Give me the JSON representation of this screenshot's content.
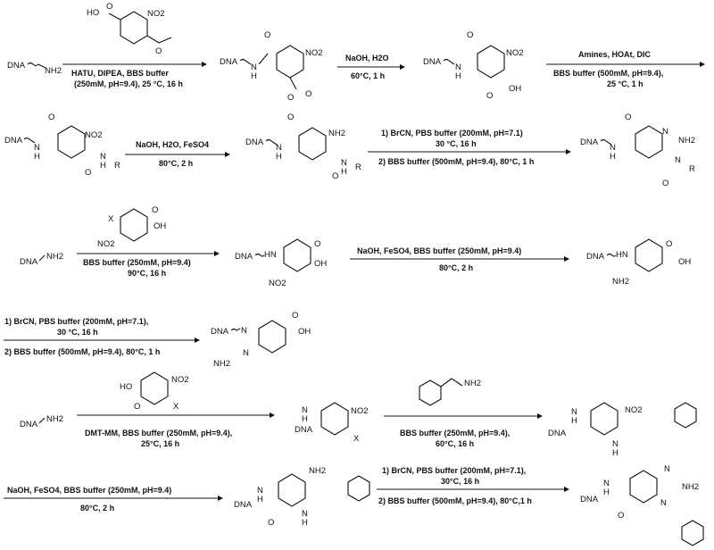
{
  "rows": [
    {
      "reactions": [
        {
          "above": [
            "HATU, DIPEA, BBS buffer"
          ],
          "below": [
            "(250mM, pH=9.4), 25 °C, 16 h"
          ]
        },
        {
          "above": [
            "NaOH, H2O"
          ],
          "below": [
            "60°C, 1 h"
          ]
        },
        {
          "above": [
            "Amines, HOAt, DIC"
          ],
          "below": [
            "BBS buffer (500mM, pH=9.4),",
            "25 °C, 1 h"
          ]
        }
      ]
    },
    {
      "reactions": [
        {
          "above": [
            "NaOH, H2O, FeSO4"
          ],
          "below": [
            "80°C, 2 h"
          ]
        },
        {
          "above": [
            "1) BrCN, PBS buffer (200mM, pH=7.1)",
            "30 °C, 16 h"
          ],
          "below": [
            "2) BBS buffer (500mM, pH=9.4), 80°C, 1 h"
          ]
        }
      ]
    },
    {
      "reactions": [
        {
          "above": [],
          "below": [
            "BBS buffer (250mM, pH=9.4)",
            "90°C, 16 h"
          ]
        },
        {
          "above": [
            "NaOH, FeSO4, BBS buffer (250mM, pH=9.4)"
          ],
          "below": [
            "80°C, 2 h"
          ]
        }
      ]
    },
    {
      "reactions": [
        {
          "above": [
            "1) BrCN, PBS buffer (200mM, pH=7.1),",
            "30 °C, 16 h"
          ],
          "below": [
            "2) BBS buffer (500mM, pH=9.4), 80°C, 1 h"
          ]
        }
      ]
    },
    {
      "reactions": [
        {
          "above": [],
          "below": [
            "DMT-MM, BBS buffer (250mM, pH=9.4),",
            "25°C, 16 h"
          ]
        },
        {
          "above": [],
          "below": [
            "BBS buffer (250mM, pH=9.4),",
            "60°C, 16 h"
          ]
        }
      ]
    },
    {
      "reactions": [
        {
          "above": [
            "NaOH, FeSO4, BBS buffer (250mM, pH=9.4)"
          ],
          "below": [
            "80°C, 2 h"
          ]
        },
        {
          "above": [
            "1) BrCN, PBS buffer (200mM, pH=7.1),",
            "30°C, 16 h"
          ],
          "below": [
            "2) BBS buffer (500mM, pH=9.4), 80°C,1 h"
          ]
        }
      ]
    }
  ],
  "labels": {
    "dna": "DNA",
    "nh2": "NH2",
    "nh": "NH",
    "no2": "NO2",
    "oh": "OH",
    "ho": "HO",
    "n": "N",
    "h": "H",
    "o": "O",
    "r": "R",
    "x": "X",
    "hn": "HN"
  }
}
